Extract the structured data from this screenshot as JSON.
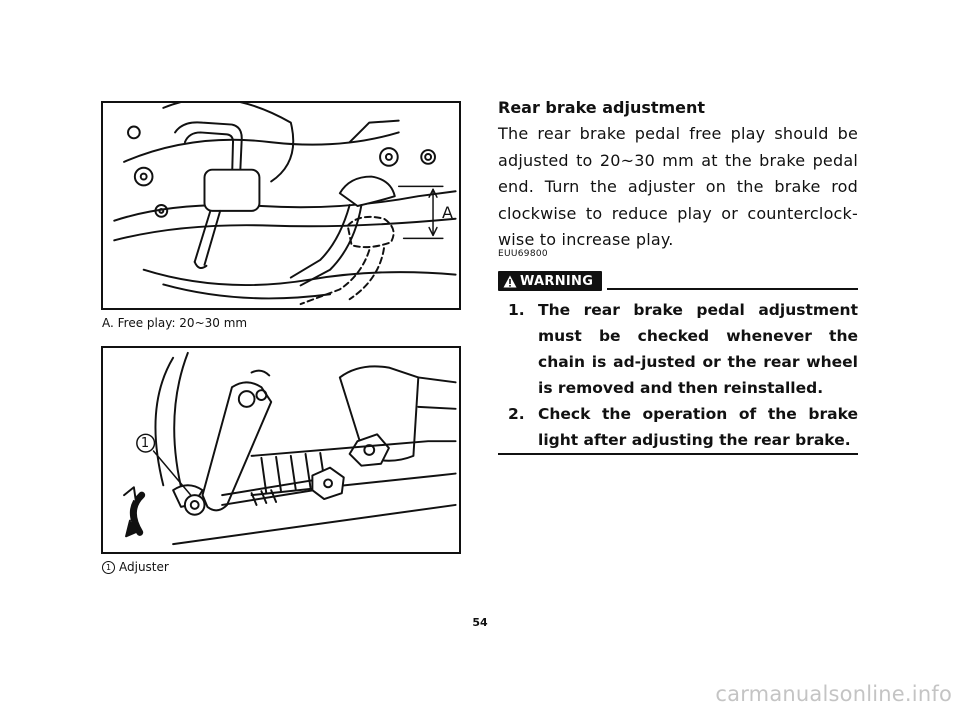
{
  "figure1": {
    "label_a": "A",
    "caption": "A. Free play: 20~30 mm"
  },
  "figure2": {
    "callout_number": "1",
    "caption_number": "1",
    "caption_text": "Adjuster"
  },
  "section": {
    "heading": "Rear brake adjustment",
    "body": "The rear brake pedal free play should be adjusted to 20~30 mm at the brake pedal end. Turn the adjuster on the brake rod clockwise to reduce play or counterclock-wise to increase play.",
    "code": "EUU69800"
  },
  "warning": {
    "label": "WARNING",
    "items": [
      {
        "num": "1.",
        "text": "The rear brake pedal adjustment must be checked whenever the chain is ad-justed or the rear wheel is removed and then reinstalled."
      },
      {
        "num": "2.",
        "text": "Check the operation of the brake light after adjusting the rear brake."
      }
    ]
  },
  "page_number": "54",
  "watermark": "carmanualsonline.info"
}
